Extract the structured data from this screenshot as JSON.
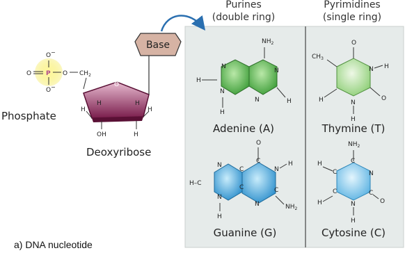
{
  "headers": {
    "purines_title": "Purines",
    "purines_sub": "(double ring)",
    "pyrimidines_title": "Pyrimidines",
    "pyrimidines_sub": "(single ring)"
  },
  "nucleotide": {
    "base_label": "Base",
    "phosphate_label": "Phosphate",
    "sugar_label": "Deoxyribose",
    "phosphate_atoms": {
      "o_top": "O",
      "o_left": "O",
      "p": "P",
      "o_bottom": "O",
      "o_bridge": "O",
      "ch2": "CH",
      "ch2_sub": "2"
    },
    "sugar_atoms": {
      "o_ring": "O",
      "h1": "H",
      "h2": "H",
      "h3": "H",
      "h4": "H",
      "oh": "OH",
      "h5": "H"
    }
  },
  "bases": {
    "adenine": "Adenine (A)",
    "thymine": "Thymine (T)",
    "guanine": "Guanine (G)",
    "cytosine": "Cytosine (C)"
  },
  "atoms": {
    "nh2": "NH",
    "nh2_sub": "2",
    "n": "N",
    "h": "H",
    "c": "C",
    "o": "O",
    "ch3": "CH",
    "ch3_sub": "3"
  },
  "caption": "a) DNA nucleotide",
  "colors": {
    "panel_bg": "#e6ebea",
    "adenine": "#5dbb52",
    "thymine": "#a6d98e",
    "guanine": "#4aa8dd",
    "cytosine": "#7cc4e9",
    "sugar": "#8a2a5a",
    "phosphate": "#f3e84a",
    "base_hex": "#d6b3a4",
    "arrow": "#2a6fb0"
  }
}
